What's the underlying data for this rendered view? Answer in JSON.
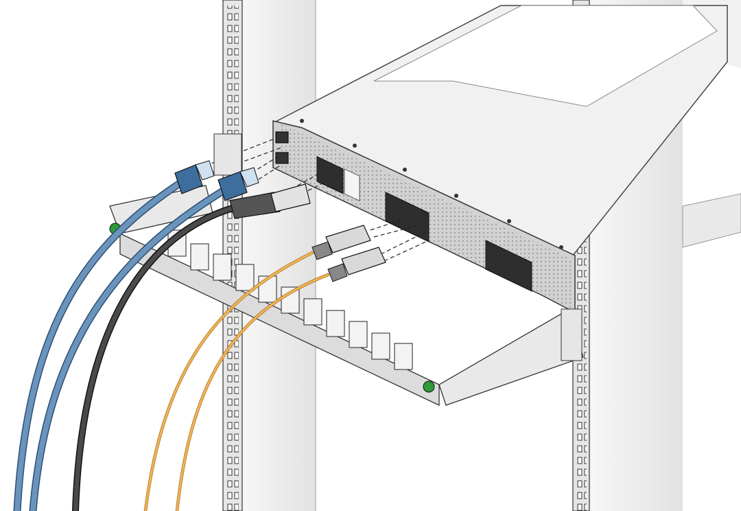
{
  "figure": {
    "caption": "",
    "colors": {
      "background": "#ffffff",
      "rack_post": "#ededed",
      "rack_post_shadow": "#cfcfcf",
      "chassis_top": "#f4f4f4",
      "chassis_front": "#d6d6d6",
      "bracket": "#e8e8e8",
      "ethernet_cable": "#5a86b3",
      "ethernet_plug": "#3d6e9e",
      "copper_cable": "#3a3a3a",
      "fiber_cable": "#f0b04a",
      "transceiver": "#d9d9d9",
      "screw_green": "#2e9a3a",
      "outline": "#222222"
    },
    "parts": {
      "rack_posts": [
        "left-rack-post",
        "right-rack-post"
      ],
      "switch": "switch-chassis",
      "cable_management": "cable-management-bracket",
      "cables": [
        "ethernet-cable-1",
        "ethernet-cable-2",
        "copper-cable",
        "fiber-cable-1",
        "fiber-cable-2"
      ],
      "transceivers": [
        "qsfp-transceiver-1",
        "qsfp-transceiver-2"
      ]
    }
  }
}
